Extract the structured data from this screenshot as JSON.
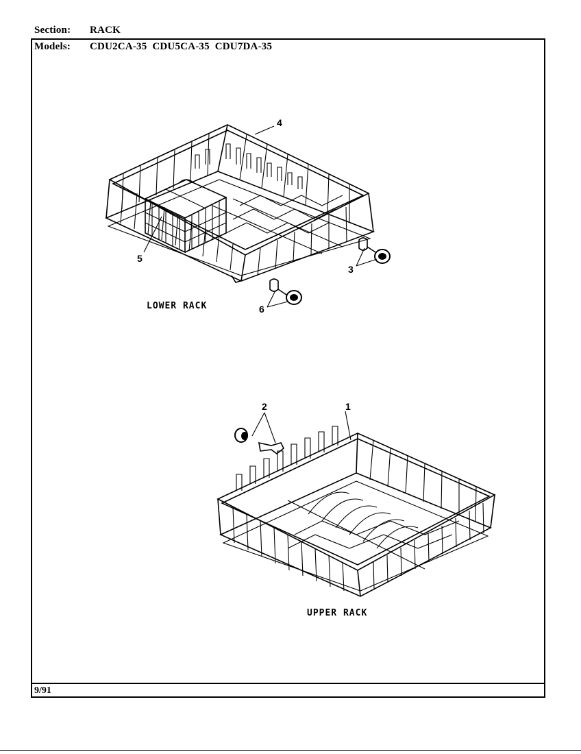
{
  "header": {
    "section_label": "Section:",
    "section_value": "RACK",
    "models_label": "Models:",
    "models_value": "CDU2CA-35  CDU5CA-35  CDU7DA-35"
  },
  "callouts": {
    "c1": "1",
    "c2": "2",
    "c3": "3",
    "c4": "4",
    "c5": "5",
    "c6": "6"
  },
  "labels": {
    "lower_rack": "LOWER RACK",
    "upper_rack": "UPPER RACK"
  },
  "footer": {
    "date": "9/91"
  }
}
